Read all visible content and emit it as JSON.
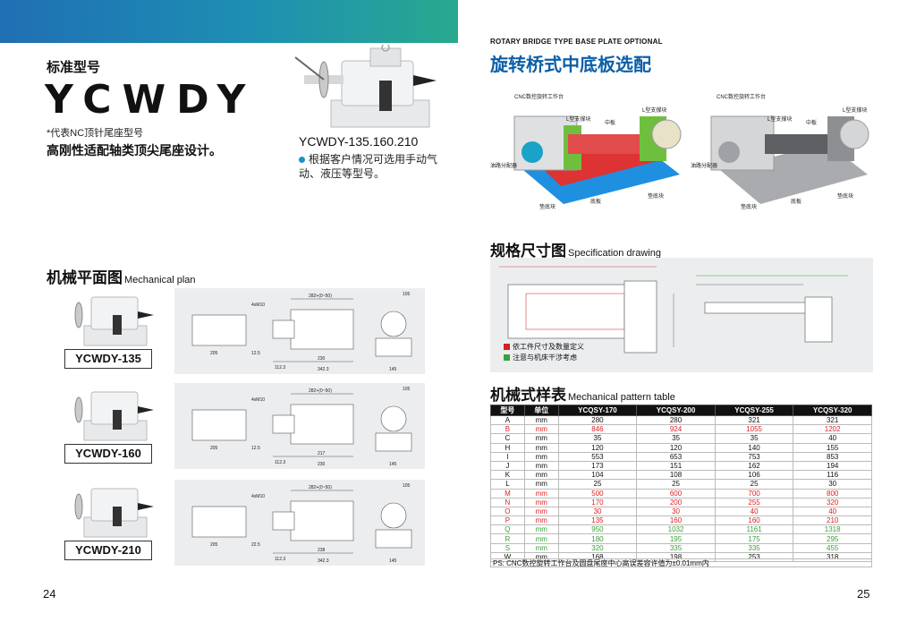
{
  "left": {
    "std_label": "标准型号",
    "model_code": "YCWDY",
    "note": "*代表NC顶针尾座型号",
    "slogan": "高刚性适配轴类顶尖尾座设计。",
    "variants_title": "YCWDY-135.160.210",
    "bullet": "根据客户情况可选用手动气动、液压等型号。",
    "section_cn": "机械平面图",
    "section_en": "Mechanical plan",
    "models": [
      "YCWDY-135",
      "YCWDY-160",
      "YCWDY-210"
    ],
    "page_number": "24",
    "drawing_dims": [
      {
        "a": "282+(0~50)",
        "b": "230",
        "c": "342.3",
        "d": "205",
        "e": "12.5",
        "f": "112.3",
        "g": "4xM10",
        "h": "105",
        "i": "145"
      },
      {
        "a": "282+(0~50)",
        "b": "217",
        "c": "230",
        "d": "205",
        "e": "12.5",
        "f": "112.3",
        "g": "4xM10",
        "h": "105",
        "i": "145"
      },
      {
        "a": "282+(0~50)",
        "b": "238",
        "c": "342.3",
        "d": "205",
        "e": "22.5",
        "f": "112.3",
        "g": "4xM10",
        "h": "105",
        "i": "145"
      }
    ]
  },
  "right": {
    "eyebrow": "ROTARY BRIDGE TYPE BASE PLATE OPTIONAL",
    "title": "旋转桥式中底板选配",
    "fig_labels": {
      "cnc": "CNC数控旋转工作台",
      "lbrace": "L型支撑块",
      "midplate": "中板",
      "oil": "油路分配器",
      "pad": "垫底块",
      "base": "底板"
    },
    "spec_cn": "规格尺寸图",
    "spec_en": "Specification drawing",
    "legend_red": "依工件尺寸及数量定义",
    "legend_green": "注意与机床干涉考虑",
    "table_cn": "机械式样表",
    "table_en": "Mechanical pattern table",
    "table_headers": [
      "型号",
      "单位",
      "YCQSY-170",
      "YCQSY-200",
      "YCQSY-255",
      "YCQSY-320"
    ],
    "table_rows": [
      {
        "k": "A",
        "u": "mm",
        "v": [
          "280",
          "280",
          "321",
          "321"
        ],
        "c": "black"
      },
      {
        "k": "B",
        "u": "mm",
        "v": [
          "846",
          "924",
          "1055",
          "1202"
        ],
        "c": "red"
      },
      {
        "k": "C",
        "u": "mm",
        "v": [
          "35",
          "35",
          "35",
          "40"
        ],
        "c": "black"
      },
      {
        "k": "H",
        "u": "mm",
        "v": [
          "120",
          "120",
          "140",
          "155"
        ],
        "c": "black"
      },
      {
        "k": "I",
        "u": "mm",
        "v": [
          "553",
          "653",
          "753",
          "853"
        ],
        "c": "black"
      },
      {
        "k": "J",
        "u": "mm",
        "v": [
          "173",
          "151",
          "162",
          "194"
        ],
        "c": "black"
      },
      {
        "k": "K",
        "u": "mm",
        "v": [
          "104",
          "108",
          "106",
          "116"
        ],
        "c": "black"
      },
      {
        "k": "L",
        "u": "mm",
        "v": [
          "25",
          "25",
          "25",
          "30"
        ],
        "c": "black"
      },
      {
        "k": "M",
        "u": "mm",
        "v": [
          "500",
          "600",
          "700",
          "800"
        ],
        "c": "red"
      },
      {
        "k": "N",
        "u": "mm",
        "v": [
          "170",
          "200",
          "255",
          "320"
        ],
        "c": "red"
      },
      {
        "k": "O",
        "u": "mm",
        "v": [
          "30",
          "30",
          "40",
          "40"
        ],
        "c": "red"
      },
      {
        "k": "P",
        "u": "mm",
        "v": [
          "135",
          "160",
          "160",
          "210"
        ],
        "c": "red"
      },
      {
        "k": "Q",
        "u": "mm",
        "v": [
          "950",
          "1032",
          "1161",
          "1318"
        ],
        "c": "green"
      },
      {
        "k": "R",
        "u": "mm",
        "v": [
          "180",
          "195",
          "175",
          "295"
        ],
        "c": "green"
      },
      {
        "k": "S",
        "u": "mm",
        "v": [
          "320",
          "335",
          "335",
          "455"
        ],
        "c": "green"
      },
      {
        "k": "W",
        "u": "mm",
        "v": [
          "168",
          "198",
          "253",
          "318"
        ],
        "c": "black"
      }
    ],
    "ps": "PS: CNC数控旋转工作台及圆盘尾座中心高误差容许值为±0.01mm内",
    "page_number": "25",
    "colors": {
      "red": "#d22222",
      "green": "#3aa13a",
      "blue": "#1f8fe0",
      "accent": "#0b5fa8"
    }
  }
}
